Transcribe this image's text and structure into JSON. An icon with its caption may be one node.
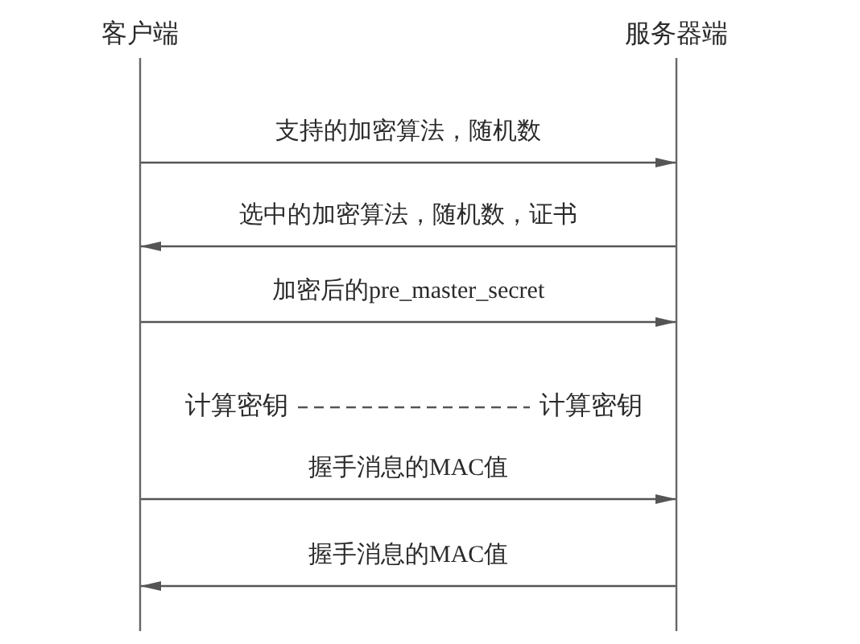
{
  "diagram": {
    "nodes": [
      {
        "text": [
          "客户端"
        ]
      },
      {
        "text": [
          "服务器端"
        ]
      },
      {
        "text": [
          "计算密钥"
        ]
      },
      {
        "text": [
          "计算密钥"
        ]
      }
    ],
    "edges": [
      {
        "from": 0,
        "to": 1,
        "arrow": "to",
        "label": "支持的加密算法，随机数"
      },
      {
        "from": 1,
        "to": 0,
        "arrow": "to",
        "label": "选中的加密算法，随机数，证书"
      },
      {
        "from": 0,
        "to": 1,
        "arrow": "to",
        "label": "加密后的pre_master_secret"
      },
      {
        "from": 2,
        "to": 3,
        "arrow": "none",
        "style": "dashed"
      },
      {
        "from": 0,
        "to": 1,
        "arrow": "to",
        "label": "握手消息的MAC值"
      },
      {
        "from": 1,
        "to": 0,
        "arrow": "to",
        "label": "握手消息的MAC值"
      }
    ]
  }
}
